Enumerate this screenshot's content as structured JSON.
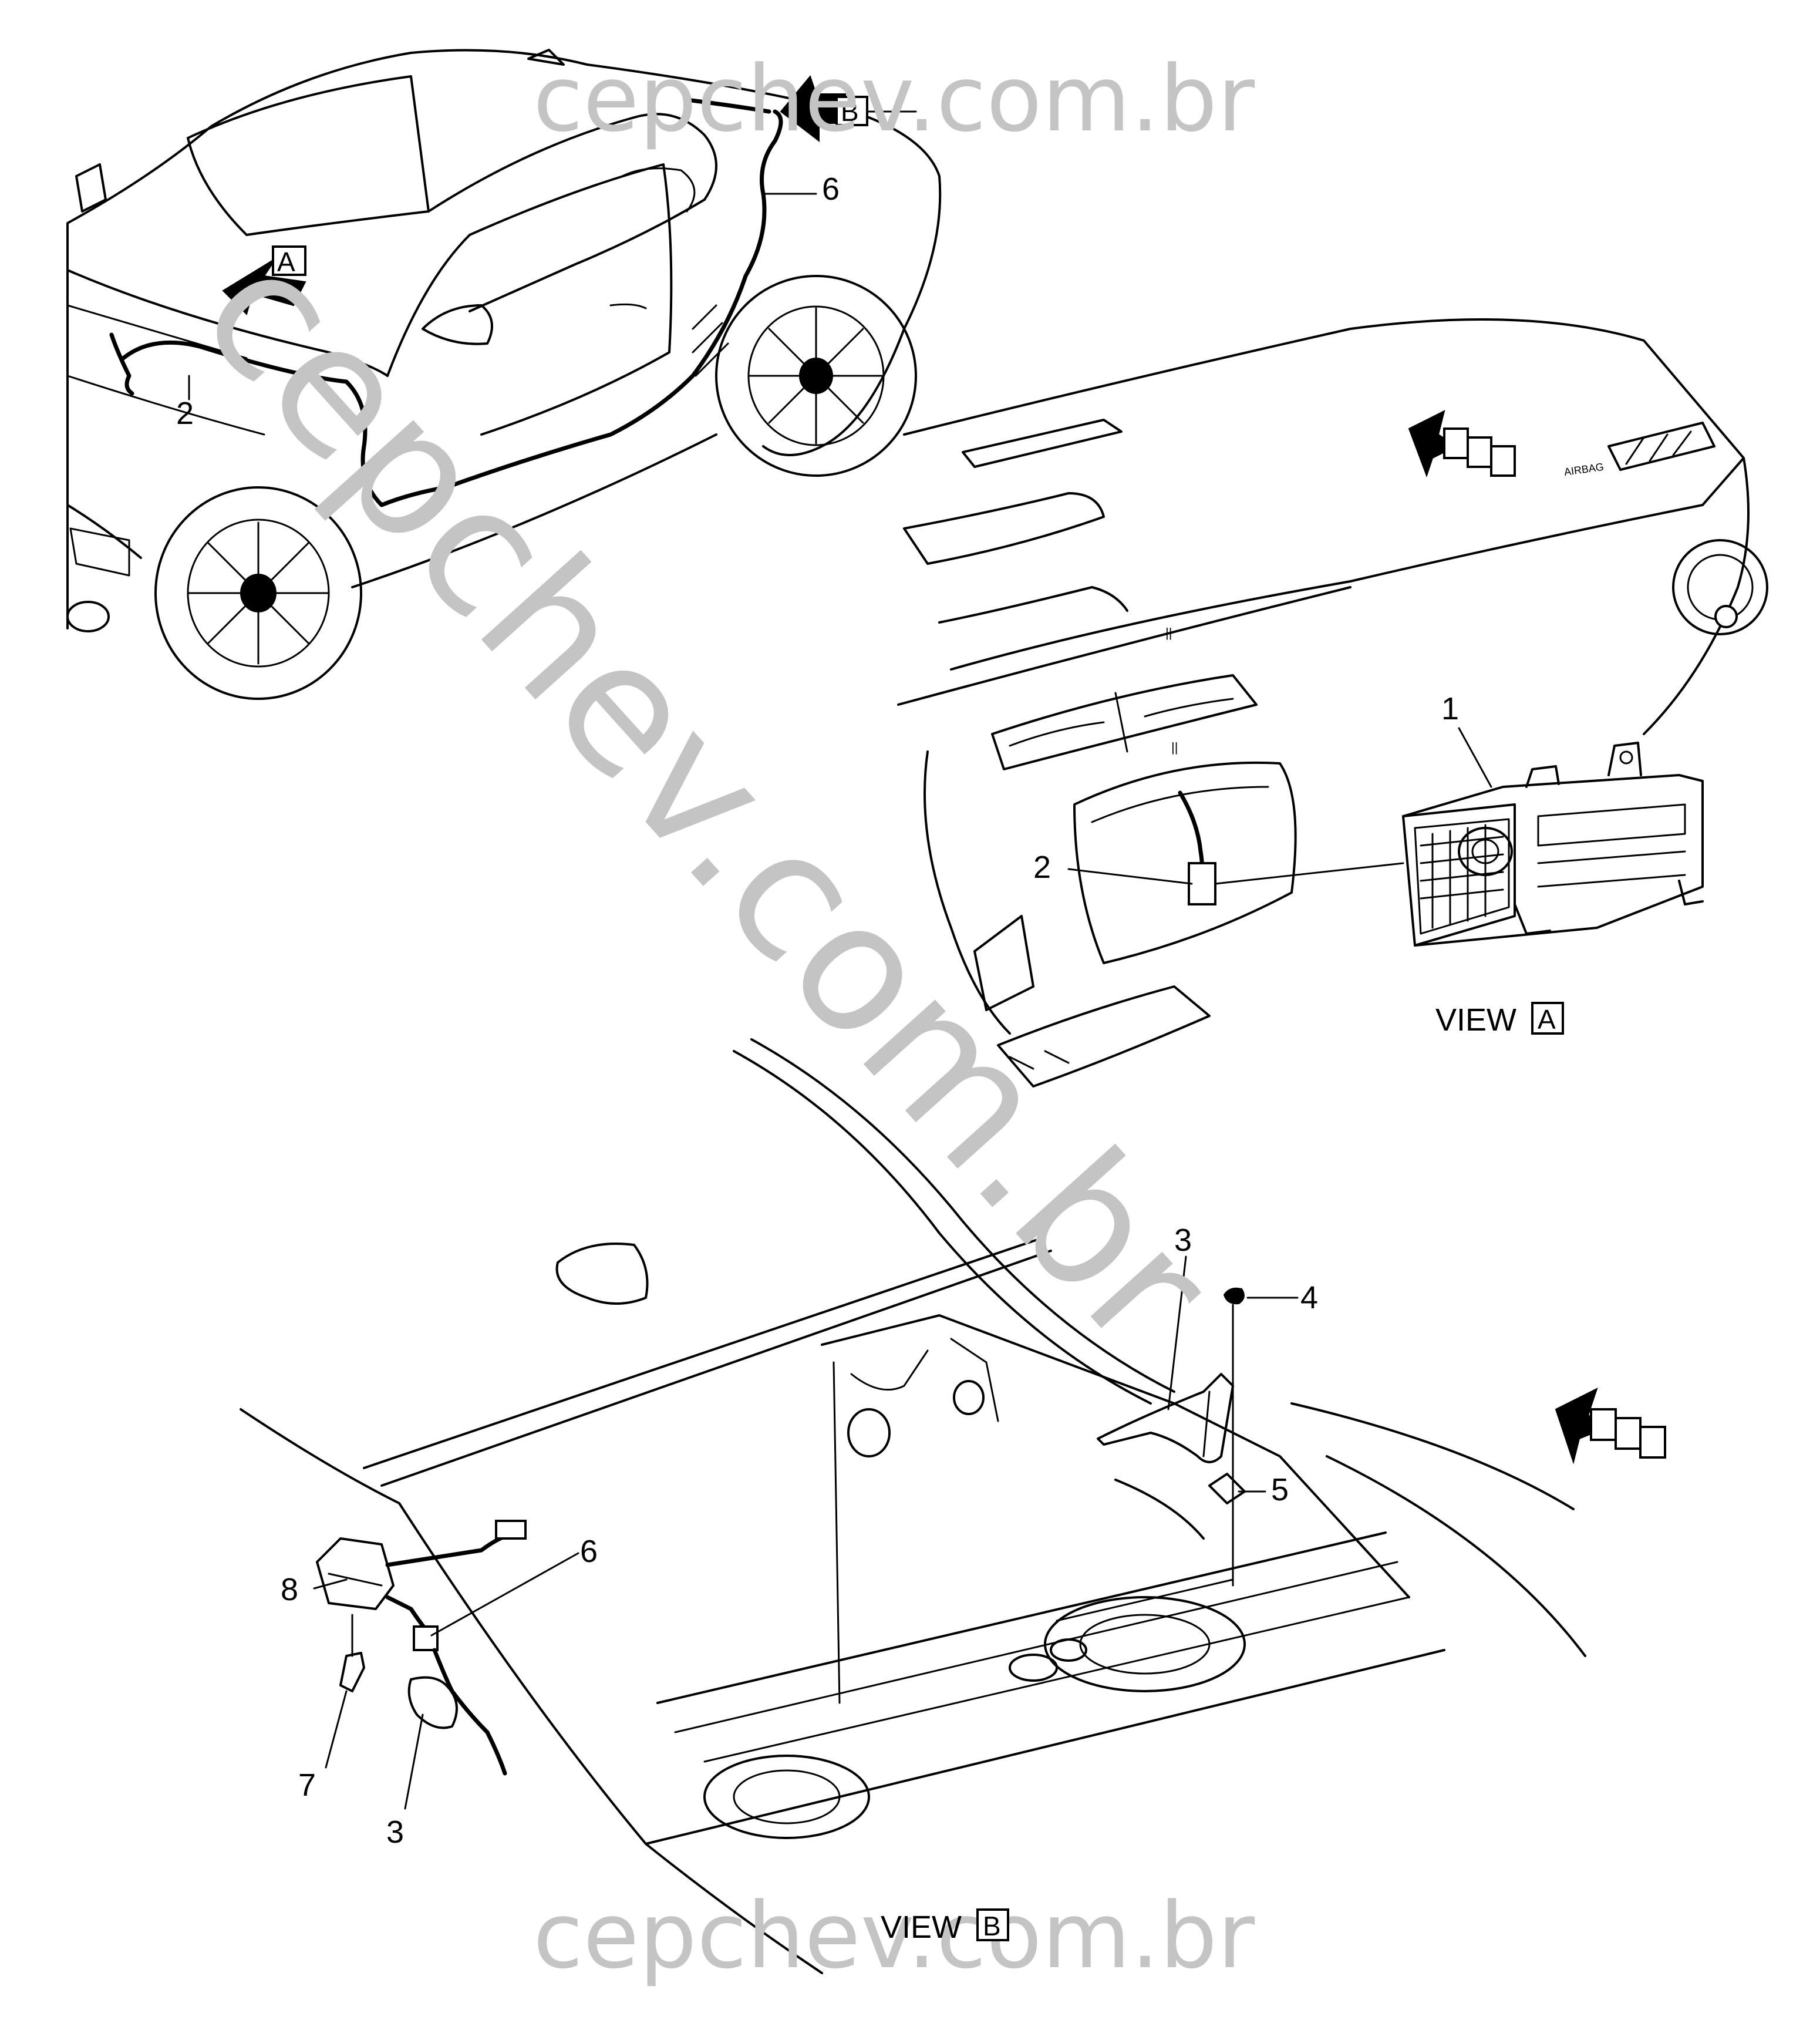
{
  "watermarks": {
    "top": "cepchev.com.br",
    "diagonal": "cepchev.com.br",
    "bottom": "cepchev.com.br"
  },
  "views": {
    "a": {
      "prefix": "VIEW",
      "letter": "A"
    },
    "b": {
      "prefix": "VIEW",
      "letter": "B"
    }
  },
  "arrows": {
    "a": "A",
    "b": "B"
  },
  "dash_text": "AIRBAG",
  "callouts": {
    "n1": "1",
    "n2_car": "2",
    "n2_dash": "2",
    "n3_top": "3",
    "n3_bottom": "3",
    "n4": "4",
    "n5": "5",
    "n6_car": "6",
    "n6_trunk": "6",
    "n7": "7",
    "n8": "8"
  }
}
